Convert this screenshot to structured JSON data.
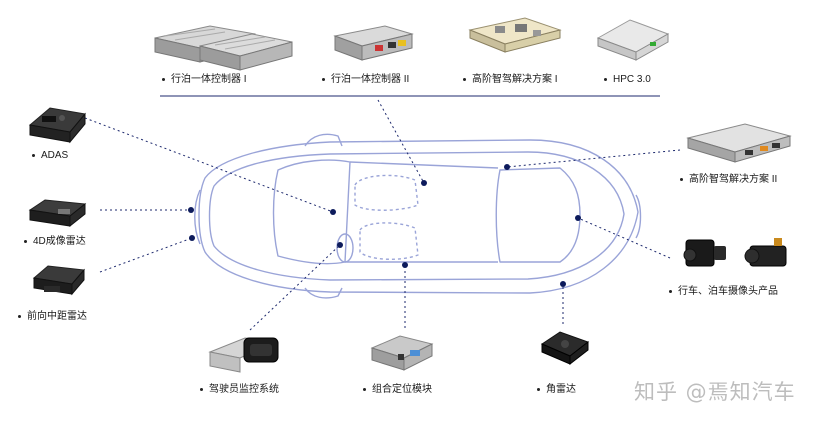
{
  "top_products": [
    {
      "label": "行泊一体控制器 I",
      "icon": "dual-controller-box-icon"
    },
    {
      "label": "行泊一体控制器 II",
      "icon": "controller-box-icon"
    },
    {
      "label": "高阶智驾解决方案 I",
      "icon": "circuit-board-icon"
    },
    {
      "label": "HPC 3.0",
      "icon": "hpc-unit-icon"
    }
  ],
  "left_products": [
    {
      "label": "ADAS",
      "icon": "front-camera-module-icon"
    },
    {
      "label": "4D成像雷达",
      "icon": "imaging-radar-icon"
    },
    {
      "label": "前向中距雷达",
      "icon": "mid-range-radar-icon"
    }
  ],
  "right_products": [
    {
      "label": "高阶智驾解决方案 II",
      "icon": "domain-controller-icon"
    },
    {
      "label": "行车、泊车摄像头产品",
      "icon": "camera-pair-icon"
    }
  ],
  "bottom_products": [
    {
      "label": "驾驶员监控系统",
      "icon": "driver-monitor-camera-icon"
    },
    {
      "label": "组合定位模块",
      "icon": "positioning-module-icon"
    },
    {
      "label": "角雷达",
      "icon": "corner-radar-icon"
    }
  ],
  "watermark": "知乎 @焉知汽车",
  "colors": {
    "car_outline": "#9aa4d8",
    "leader_line": "#1e2a6e",
    "marker": "#0d1b5c",
    "text": "#1a1a1a"
  }
}
